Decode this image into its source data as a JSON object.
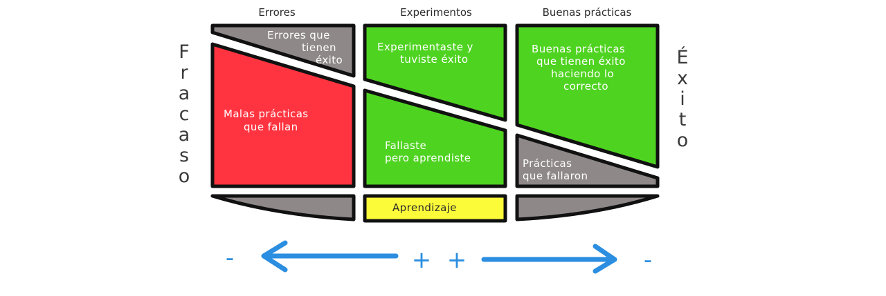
{
  "columns": {
    "errores": "Errores",
    "experimentos": "Experimentos",
    "buenas": "Buenas prácticas"
  },
  "side": {
    "left": "Fracaso",
    "right": "Éxito"
  },
  "cells": {
    "errores_exito": [
      "Errores que",
      "tienen",
      "éxito"
    ],
    "malas_practicas": [
      "Malas prácticas",
      "que fallan"
    ],
    "experimentaste": [
      "Experimentaste y",
      "tuviste éxito"
    ],
    "fallaste": [
      "Fallaste",
      "pero aprendiste"
    ],
    "buenas_exito": [
      "Buenas prácticas",
      "que tienen éxito",
      "haciendo lo",
      "correcto"
    ],
    "practicas_fallaron": [
      "Prácticas",
      "que fallaron"
    ],
    "aprendizaje": "Aprendizaje"
  },
  "axis": {
    "left_minus": "-",
    "plus_a": "+",
    "plus_b": "+",
    "right_minus": "-"
  },
  "colors": {
    "red": "#ff3440",
    "green": "#4fd321",
    "gray": "#8e8888",
    "yellow": "#fbfb3a",
    "blue_arrow": "#2c8ee0",
    "outline": "#111111"
  }
}
